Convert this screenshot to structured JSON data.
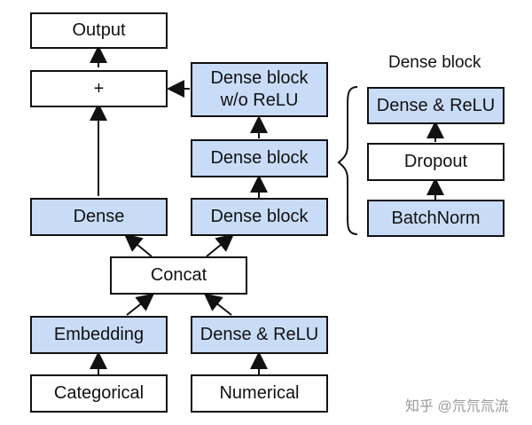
{
  "diagram": {
    "nodes": {
      "output": "Output",
      "plus": "+",
      "dense_block_no_relu": "Dense block\nw/o ReLU",
      "dense_block_middle": "Dense block",
      "dense_block_lower": "Dense block",
      "dense": "Dense",
      "concat": "Concat",
      "embedding": "Embedding",
      "dense_relu_numeric": "Dense & ReLU",
      "categorical": "Categorical",
      "numerical": "Numerical"
    },
    "legend": {
      "title": "Dense block",
      "dense_relu": "Dense & ReLU",
      "dropout": "Dropout",
      "batchnorm": "BatchNorm"
    }
  },
  "watermark": {
    "text": "知乎 @氘氘氚流"
  }
}
